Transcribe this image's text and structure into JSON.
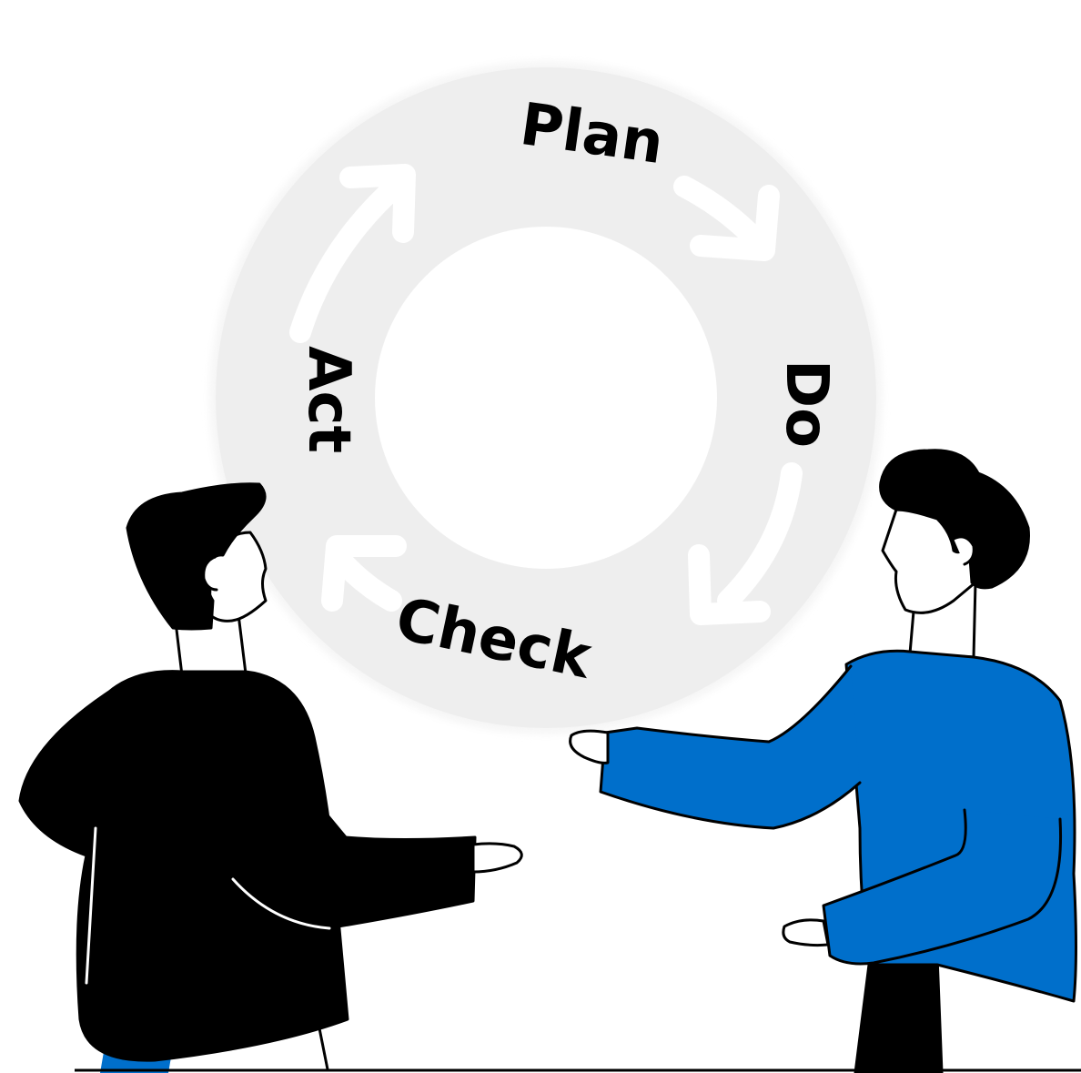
{
  "cycle": {
    "steps": [
      {
        "label": "Plan"
      },
      {
        "label": "Do"
      },
      {
        "label": "Check"
      },
      {
        "label": "Act"
      }
    ]
  },
  "colors": {
    "ring": "#eeeeee",
    "arrow": "#ffffff",
    "ink": "#000000",
    "shirt_blue": "#006fcb",
    "background": "#ffffff"
  },
  "icons": {
    "left_person": "person-dark-sweater",
    "right_person": "person-blue-sweater",
    "arrows": "cycle-arrow"
  }
}
